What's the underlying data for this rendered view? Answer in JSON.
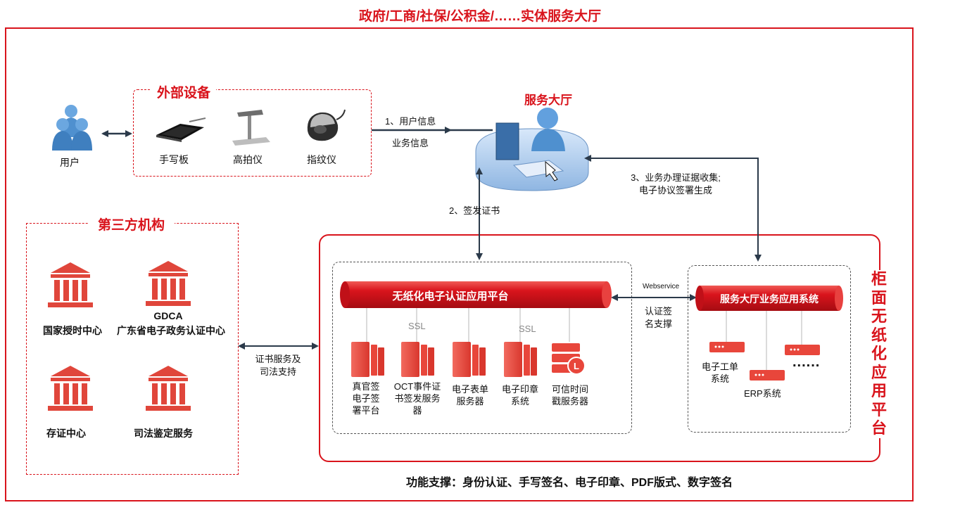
{
  "title": "政府/工商/社保/公积金/……实体服务大厅",
  "hall_title": "服务大厅",
  "user_label": "用户",
  "external": {
    "title": "外部设备",
    "devices": [
      "手写板",
      "高拍仪",
      "指纹仪"
    ]
  },
  "flows": {
    "step1_line1": "1、用户信息",
    "step1_line2": "业务信息",
    "step2": "2、签发证书",
    "step3_line1": "3、业务办理证据收集;",
    "step3_line2": "电子协议签署生成",
    "cert_service_line1": "证书服务及",
    "cert_service_line2": "司法支持",
    "webservice": "Webservice",
    "auth_line1": "认证签",
    "auth_line2": "名支撑"
  },
  "third_party": {
    "title": "第三方机构",
    "gdca": "GDCA",
    "orgs": [
      "国家授时中心",
      "广东省电子政务认证中心",
      "存证中心",
      "司法鉴定服务"
    ]
  },
  "auth_platform": {
    "name": "无纸化电子认证应用平台",
    "ssl": "SSL",
    "servers": [
      [
        "真官签",
        "电子签",
        "署平台"
      ],
      [
        "OCT事件证",
        "书签发服务",
        "器"
      ],
      [
        "电子表单",
        "服务器"
      ],
      [
        "电子印章",
        "系统"
      ],
      [
        "可信时间",
        "戳服务器"
      ]
    ]
  },
  "business_system": {
    "name": "服务大厅业务应用系统",
    "items": [
      [
        "电子工单",
        "系统"
      ],
      [
        "ERP系统"
      ]
    ],
    "more": "......"
  },
  "side_title": [
    "柜",
    "面",
    "无",
    "纸",
    "化",
    "应",
    "用",
    "平",
    "台"
  ],
  "footer": "功能支撑：身份认证、手写签名、电子印章、PDF版式、数字签名",
  "colors": {
    "accent": "#d9141c",
    "server": "#e8463b",
    "user_blue": "#4f90cf",
    "desk": "#a9c8ec"
  }
}
